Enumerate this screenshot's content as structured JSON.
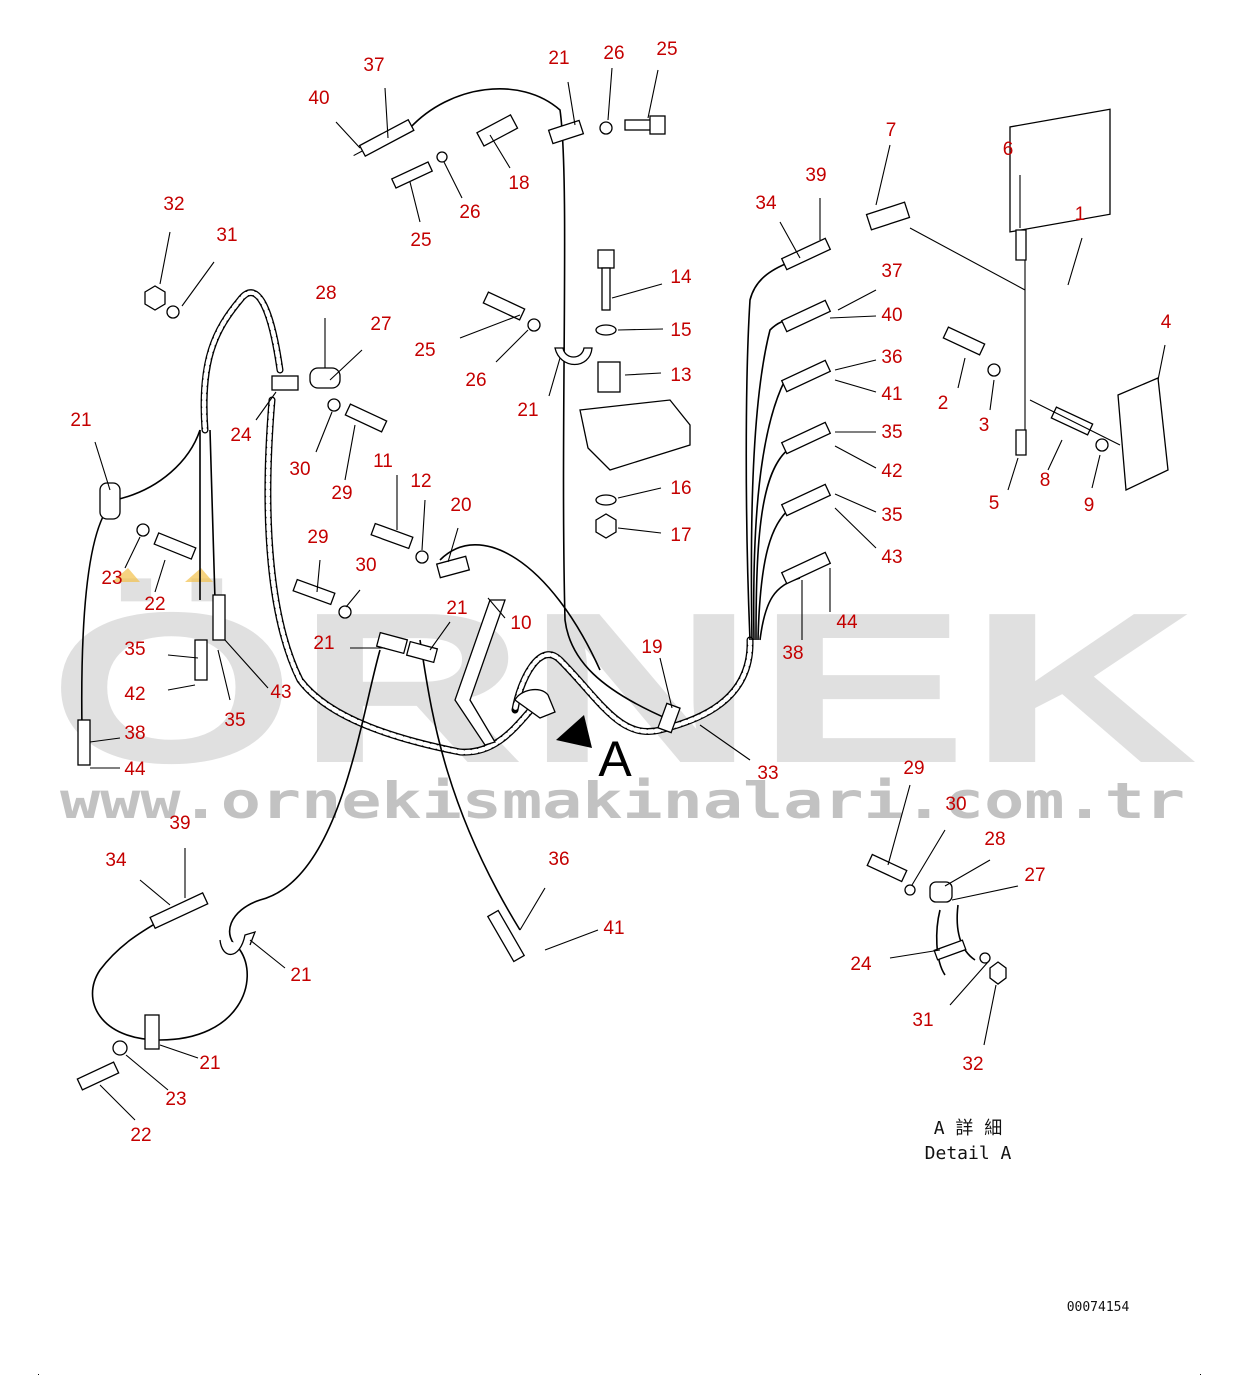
{
  "watermark": {
    "brand": "ÖRNEK",
    "url": "www.ornekismakinalari.com.tr"
  },
  "drawing_number": "00074154",
  "view_marker": "A",
  "detail_label_jp": "A 詳 細",
  "detail_label_en": "Detail A",
  "callouts": [
    {
      "id": "c37a",
      "text": "37"
    },
    {
      "id": "c40a",
      "text": "40"
    },
    {
      "id": "c21a",
      "text": "21"
    },
    {
      "id": "c26a",
      "text": "26"
    },
    {
      "id": "c25a",
      "text": "25"
    },
    {
      "id": "c18",
      "text": "18"
    },
    {
      "id": "c26b",
      "text": "26"
    },
    {
      "id": "c25b",
      "text": "25"
    },
    {
      "id": "c32a",
      "text": "32"
    },
    {
      "id": "c31a",
      "text": "31"
    },
    {
      "id": "c28a",
      "text": "28"
    },
    {
      "id": "c27a",
      "text": "27"
    },
    {
      "id": "c24a",
      "text": "24"
    },
    {
      "id": "c30a",
      "text": "30"
    },
    {
      "id": "c29a",
      "text": "29"
    },
    {
      "id": "c11",
      "text": "11"
    },
    {
      "id": "c12",
      "text": "12"
    },
    {
      "id": "c20",
      "text": "20"
    },
    {
      "id": "c29b",
      "text": "29"
    },
    {
      "id": "c30b",
      "text": "30"
    },
    {
      "id": "c21b",
      "text": "21"
    },
    {
      "id": "c21c",
      "text": "21"
    },
    {
      "id": "c10",
      "text": "10"
    },
    {
      "id": "c21d",
      "text": "21"
    },
    {
      "id": "c23a",
      "text": "23"
    },
    {
      "id": "c22a",
      "text": "22"
    },
    {
      "id": "c35a",
      "text": "35"
    },
    {
      "id": "c42a",
      "text": "42"
    },
    {
      "id": "c43a",
      "text": "43"
    },
    {
      "id": "c35b",
      "text": "35"
    },
    {
      "id": "c38a",
      "text": "38"
    },
    {
      "id": "c44a",
      "text": "44"
    },
    {
      "id": "c25c",
      "text": "25"
    },
    {
      "id": "c26c",
      "text": "26"
    },
    {
      "id": "c21e",
      "text": "21"
    },
    {
      "id": "c14",
      "text": "14"
    },
    {
      "id": "c15",
      "text": "15"
    },
    {
      "id": "c13",
      "text": "13"
    },
    {
      "id": "c16",
      "text": "16"
    },
    {
      "id": "c17",
      "text": "17"
    },
    {
      "id": "c19",
      "text": "19"
    },
    {
      "id": "c33",
      "text": "33"
    },
    {
      "id": "c7",
      "text": "7"
    },
    {
      "id": "c39a",
      "text": "39"
    },
    {
      "id": "c34a",
      "text": "34"
    },
    {
      "id": "c37b",
      "text": "37"
    },
    {
      "id": "c40b",
      "text": "40"
    },
    {
      "id": "c36a",
      "text": "36"
    },
    {
      "id": "c41a",
      "text": "41"
    },
    {
      "id": "c35c",
      "text": "35"
    },
    {
      "id": "c42b",
      "text": "42"
    },
    {
      "id": "c35d",
      "text": "35"
    },
    {
      "id": "c43b",
      "text": "43"
    },
    {
      "id": "c44b",
      "text": "44"
    },
    {
      "id": "c38b",
      "text": "38"
    },
    {
      "id": "c6",
      "text": "6"
    },
    {
      "id": "c1",
      "text": "1"
    },
    {
      "id": "c4",
      "text": "4"
    },
    {
      "id": "c2",
      "text": "2"
    },
    {
      "id": "c3",
      "text": "3"
    },
    {
      "id": "c5",
      "text": "5"
    },
    {
      "id": "c8",
      "text": "8"
    },
    {
      "id": "c9",
      "text": "9"
    },
    {
      "id": "c39b",
      "text": "39"
    },
    {
      "id": "c34b",
      "text": "34"
    },
    {
      "id": "c21f",
      "text": "21"
    },
    {
      "id": "c21g",
      "text": "21"
    },
    {
      "id": "c23b",
      "text": "23"
    },
    {
      "id": "c22b",
      "text": "22"
    },
    {
      "id": "c36b",
      "text": "36"
    },
    {
      "id": "c41b",
      "text": "41"
    },
    {
      "id": "c29c",
      "text": "29"
    },
    {
      "id": "c30c",
      "text": "30"
    },
    {
      "id": "c28b",
      "text": "28"
    },
    {
      "id": "c27b",
      "text": "27"
    },
    {
      "id": "c24b",
      "text": "24"
    },
    {
      "id": "c31b",
      "text": "31"
    },
    {
      "id": "c32b",
      "text": "32"
    }
  ]
}
